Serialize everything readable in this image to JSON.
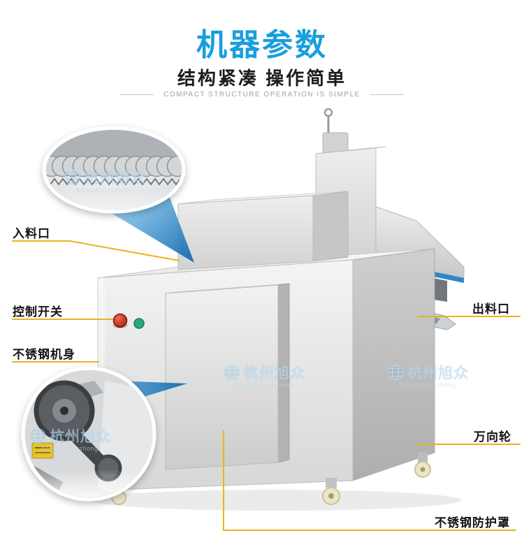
{
  "header": {
    "title": "机器参数",
    "subtitle": "结构紧凑 操作简单",
    "subtitle_en": "COMPACT STRUCTURE OPERATION IS SIMPLE"
  },
  "labels": {
    "inlet": "入料口",
    "control_switch": "控制开关",
    "stainless_body": "不锈钢机身",
    "outlet": "出料口",
    "caster": "万向轮",
    "guard": "不锈钢防护罩"
  },
  "watermark": {
    "cn": "杭州旭众",
    "en": "hangzhouxuzhong"
  },
  "icons": {
    "watermark_logo": "globe-icon"
  },
  "colors": {
    "title_blue": "#189fdd",
    "leader_line_yellow": "#e8b41c",
    "cone_blue_light": "#8ccaef",
    "cone_blue_dark": "#0d67ae",
    "watermark_blue": "#b7daf0",
    "button_red": "#c92f18",
    "button_green": "#2ba87b",
    "trim_blue": "#2f86c8"
  }
}
